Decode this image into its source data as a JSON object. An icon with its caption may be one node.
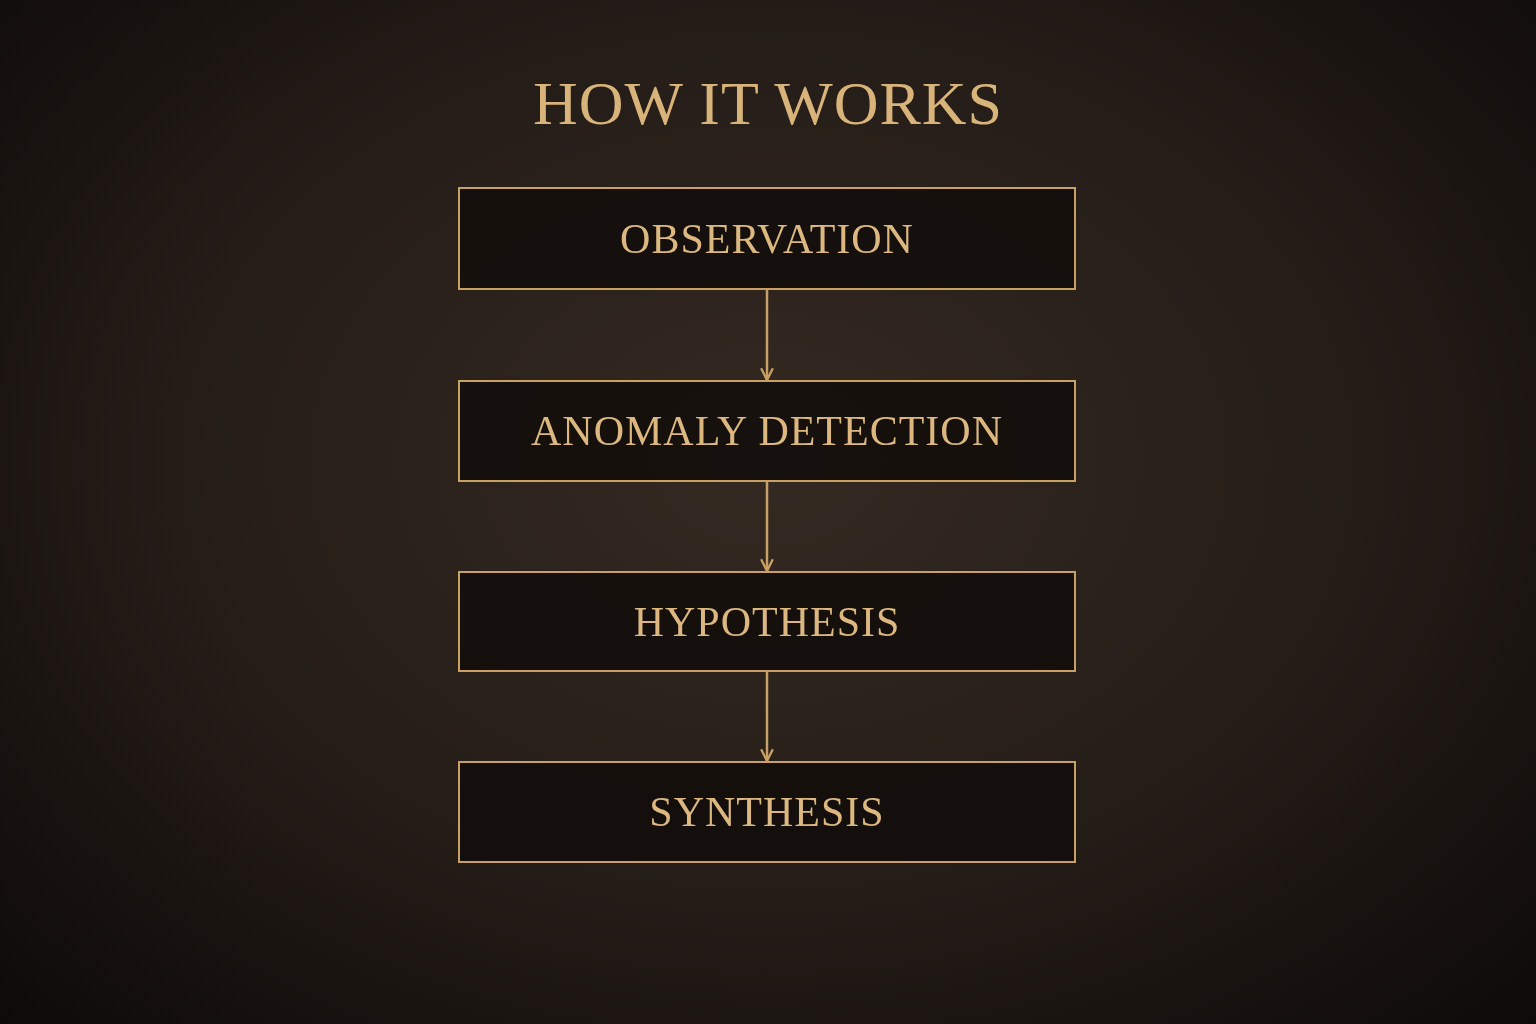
{
  "diagram": {
    "title": "HOW IT WORKS",
    "nodes": [
      {
        "text": [
          "OBSERVATION"
        ]
      },
      {
        "text": [
          "ANOMALY DETECTION"
        ]
      },
      {
        "text": [
          "HYPOTHESIS"
        ]
      },
      {
        "text": [
          "SYNTHESIS"
        ]
      }
    ],
    "edges": [
      {
        "from": 0,
        "to": 1,
        "arrow": "to"
      },
      {
        "from": 1,
        "to": 2,
        "arrow": "to"
      },
      {
        "from": 2,
        "to": 3,
        "arrow": "to"
      }
    ]
  }
}
